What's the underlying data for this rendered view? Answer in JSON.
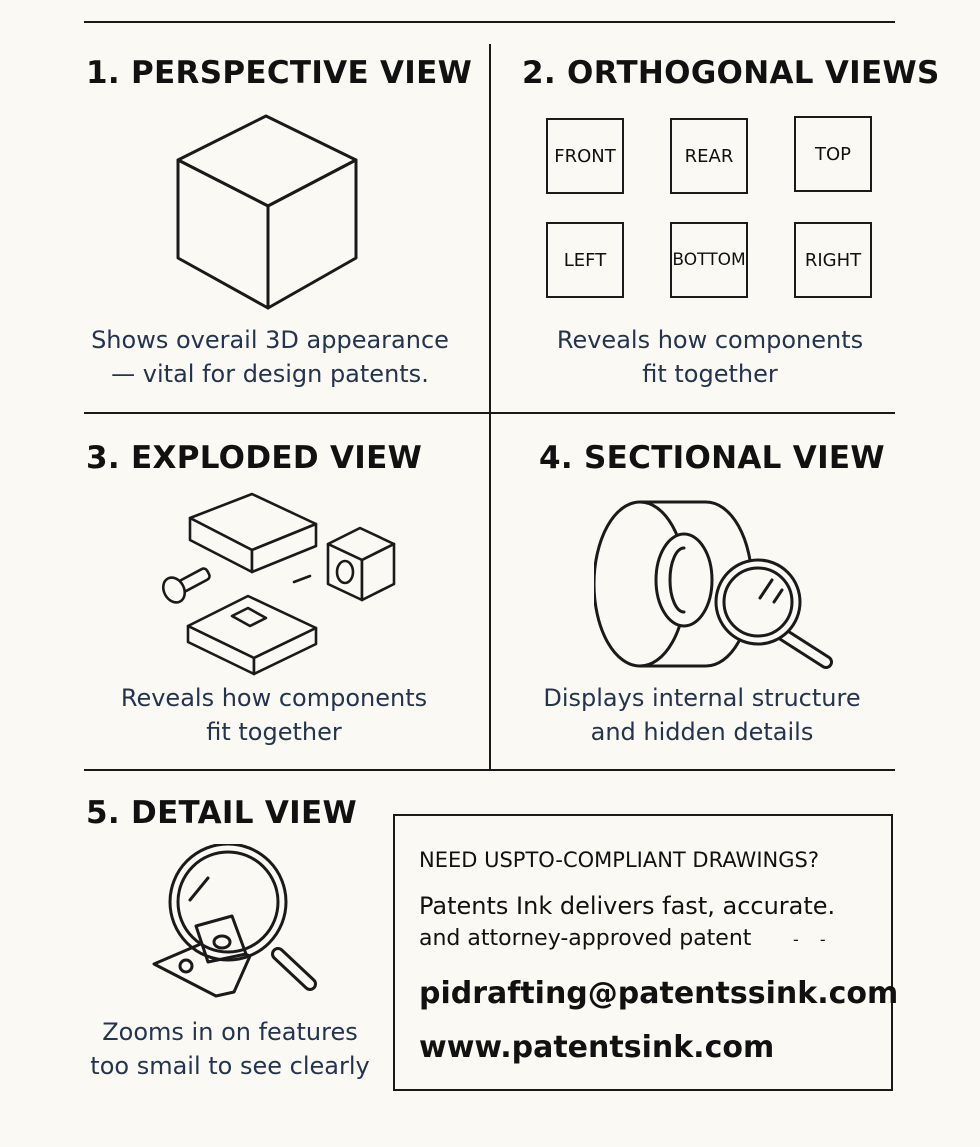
{
  "sections": {
    "perspective": {
      "title": "1. PERSPECTIVE VIEW",
      "caption_lines": [
        "Shows overail 3D appearance",
        "— vital for design patents."
      ]
    },
    "orthogonal": {
      "title": "2. ORTHOGONAL VIEWS",
      "views": [
        "FRONT",
        "REAR",
        "TOP",
        "LEFT",
        "BOTTOM",
        "RIGHT"
      ],
      "caption_lines": [
        "Reveals how components",
        "fit together"
      ]
    },
    "exploded": {
      "title": "3. EXPLODED VIEW",
      "caption_lines": [
        "Reveals how components",
        "fit together"
      ]
    },
    "sectional": {
      "title": "4. SECTIONAL VIEW",
      "caption_lines": [
        "Displays internal structure",
        "and hidden details"
      ]
    },
    "detail": {
      "title": "5. DETAIL VIEW",
      "caption_lines": [
        "Zooms in on features",
        "too smail to see clearly"
      ]
    }
  },
  "cta": {
    "title": "NEED USPTO-COMPLIANT DRAWINGS?",
    "body_line1": "Patents Ink delivers fast, accurate.",
    "body_line2": "and attorney-approved patent",
    "trailing_marks": "- -",
    "email": "pidrafting@patentssink.com",
    "website": "www.patentsink.com"
  },
  "icons": {
    "perspective": "cube-icon",
    "exploded": "exploded-parts-icon",
    "sectional": "disc-with-magnifier-icon",
    "detail": "magnifier-over-sheet-icon"
  },
  "colors": {
    "background": "#faf9f4",
    "ink": "#111111",
    "caption": "#24344e"
  }
}
